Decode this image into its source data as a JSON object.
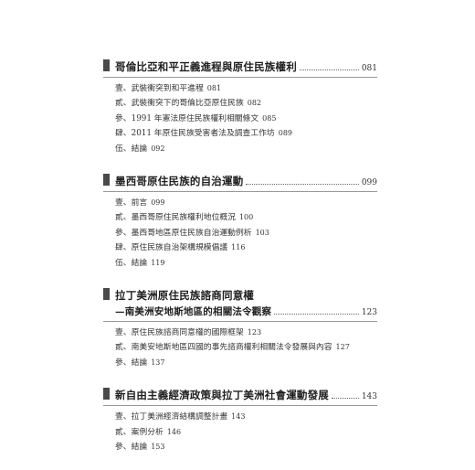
{
  "chapters": [
    {
      "title": "哥倫比亞和平正義進程與原住民族權利",
      "page": "081",
      "items": [
        {
          "label": "壹、武裝衝突到和平進程",
          "page": "081"
        },
        {
          "label": "貳、武裝衝突下的哥倫比亞原住民族",
          "page": "082"
        },
        {
          "label": "參、1991 年憲法原住民族權利相關條文",
          "page": "085"
        },
        {
          "label": "肆、2011 年原住民族受害者法及調查工作坊",
          "page": "089"
        },
        {
          "label": "伍、結論",
          "page": "092"
        }
      ]
    },
    {
      "title": "墨西哥原住民族的自治運動",
      "page": "099",
      "items": [
        {
          "label": "壹、前言",
          "page": "099"
        },
        {
          "label": "貳、墨西哥原住民族權利地位概況",
          "page": "100"
        },
        {
          "label": "參、墨西哥地區原住民族自治運動例析",
          "page": "103"
        },
        {
          "label": "肆、原住民族自治架構規模倡議",
          "page": "116"
        },
        {
          "label": "伍、結論",
          "page": "119"
        }
      ]
    },
    {
      "title": "拉丁美洲原住民族諮商同意權",
      "subtitle": "—南美洲安地斯地區的相關法令觀察",
      "page": "123",
      "items": [
        {
          "label": "壹、原住民族諮商同意權的國際框架",
          "page": "123"
        },
        {
          "label": "貳、南美安地斯地區四國的事先諮商權利相關法令發展與內容",
          "page": "127"
        },
        {
          "label": "參、結論",
          "page": "137"
        }
      ]
    },
    {
      "title": "新自由主義經濟政策與拉丁美洲社會運動發展",
      "page": "143",
      "items": [
        {
          "label": "壹、拉丁美洲經濟結構調整計畫",
          "page": "143"
        },
        {
          "label": "貳、案例分析",
          "page": "146"
        },
        {
          "label": "參、結論",
          "page": "153"
        }
      ]
    }
  ]
}
